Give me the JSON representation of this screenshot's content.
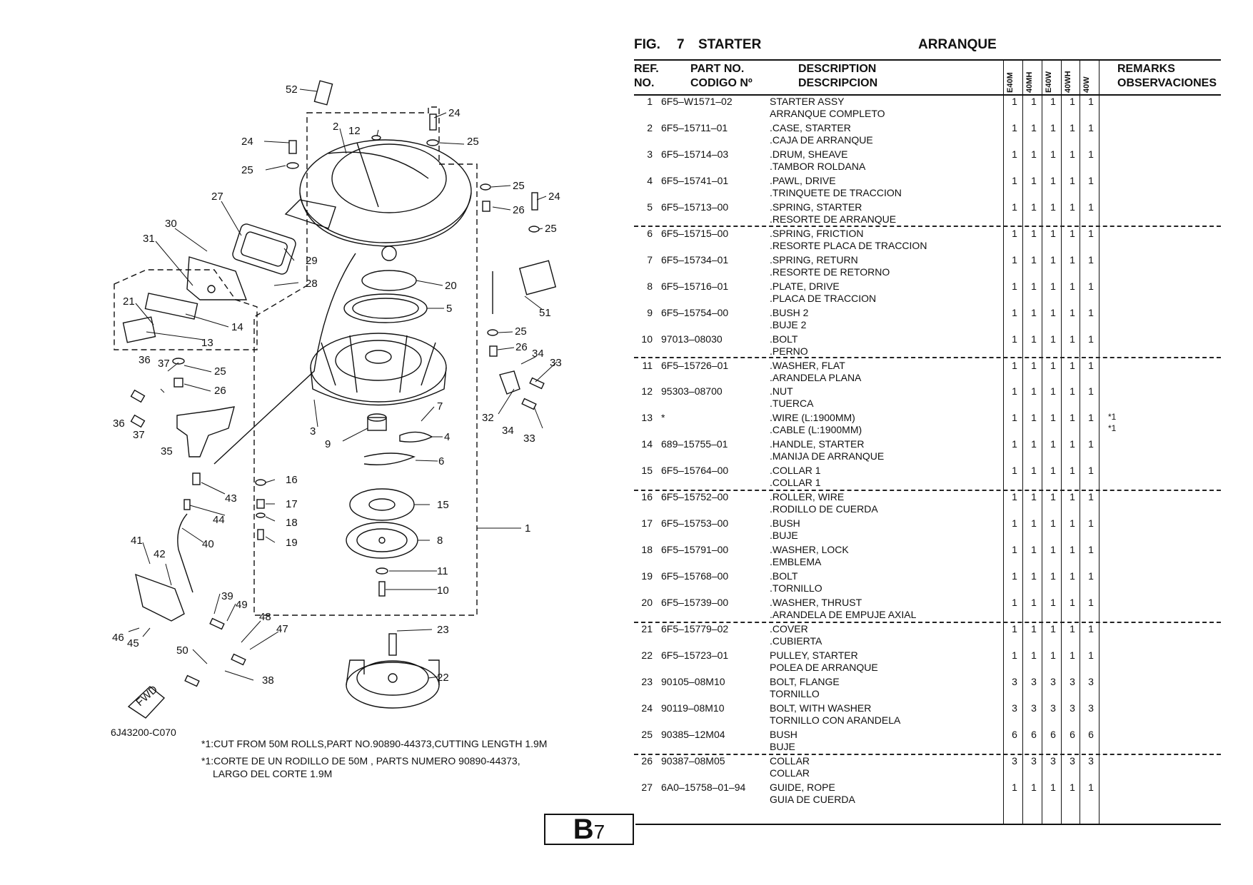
{
  "header": {
    "fig_label": "FIG.",
    "fig_number": "7",
    "title_en": "STARTER",
    "title_es": "ARRANQUE"
  },
  "table_header": {
    "ref_en": "REF.",
    "ref_es": "NO.",
    "part_en": "PART NO.",
    "part_es": "CODIGO Nº",
    "desc_en": "DESCRIPTION",
    "desc_es": "DESCRIPCION",
    "models": [
      "E40M",
      "40MH",
      "E40W",
      "40WH",
      "40W"
    ],
    "remarks_en": "REMARKS",
    "remarks_es": "OBSERVACIONES"
  },
  "rows": [
    {
      "ref": "1",
      "part": "6F5–W1571–02",
      "desc_en": "STARTER ASSY",
      "desc_es": "ARRANQUE COMPLETO",
      "qty": [
        "1",
        "1",
        "1",
        "1",
        "1"
      ],
      "rem": [
        "",
        ""
      ]
    },
    {
      "ref": "2",
      "part": "6F5–15711–01",
      "desc_en": ".CASE, STARTER",
      "desc_es": ".CAJA DE ARRANQUE",
      "qty": [
        "1",
        "1",
        "1",
        "1",
        "1"
      ],
      "rem": [
        "",
        ""
      ]
    },
    {
      "ref": "3",
      "part": "6F5–15714–03",
      "desc_en": ".DRUM, SHEAVE",
      "desc_es": ".TAMBOR ROLDANA",
      "qty": [
        "1",
        "1",
        "1",
        "1",
        "1"
      ],
      "rem": [
        "",
        ""
      ]
    },
    {
      "ref": "4",
      "part": "6F5–15741–01",
      "desc_en": ".PAWL, DRIVE",
      "desc_es": ".TRINQUETE DE TRACCION",
      "qty": [
        "1",
        "1",
        "1",
        "1",
        "1"
      ],
      "rem": [
        "",
        ""
      ]
    },
    {
      "ref": "5",
      "part": "6F5–15713–00",
      "desc_en": ".SPRING, STARTER",
      "desc_es": ".RESORTE DE ARRANQUE",
      "qty": [
        "1",
        "1",
        "1",
        "1",
        "1"
      ],
      "rem": [
        "",
        ""
      ]
    },
    {
      "ref": "6",
      "part": "6F5–15715–00",
      "desc_en": ".SPRING, FRICTION",
      "desc_es": ".RESORTE PLACA DE TRACCION",
      "qty": [
        "1",
        "1",
        "1",
        "1",
        "1"
      ],
      "rem": [
        "",
        ""
      ]
    },
    {
      "ref": "7",
      "part": "6F5–15734–01",
      "desc_en": ".SPRING, RETURN",
      "desc_es": ".RESORTE DE RETORNO",
      "qty": [
        "1",
        "1",
        "1",
        "1",
        "1"
      ],
      "rem": [
        "",
        ""
      ]
    },
    {
      "ref": "8",
      "part": "6F5–15716–01",
      "desc_en": ".PLATE, DRIVE",
      "desc_es": ".PLACA DE TRACCION",
      "qty": [
        "1",
        "1",
        "1",
        "1",
        "1"
      ],
      "rem": [
        "",
        ""
      ]
    },
    {
      "ref": "9",
      "part": "6F5–15754–00",
      "desc_en": ".BUSH 2",
      "desc_es": ".BUJE 2",
      "qty": [
        "1",
        "1",
        "1",
        "1",
        "1"
      ],
      "rem": [
        "",
        ""
      ]
    },
    {
      "ref": "10",
      "part": "97013–08030",
      "desc_en": ".BOLT",
      "desc_es": ".PERNO",
      "qty": [
        "1",
        "1",
        "1",
        "1",
        "1"
      ],
      "rem": [
        "",
        ""
      ]
    },
    {
      "ref": "11",
      "part": "6F5–15726–01",
      "desc_en": ".WASHER, FLAT",
      "desc_es": ".ARANDELA PLANA",
      "qty": [
        "1",
        "1",
        "1",
        "1",
        "1"
      ],
      "rem": [
        "",
        ""
      ]
    },
    {
      "ref": "12",
      "part": "95303–08700",
      "desc_en": ".NUT",
      "desc_es": ".TUERCA",
      "qty": [
        "1",
        "1",
        "1",
        "1",
        "1"
      ],
      "rem": [
        "",
        ""
      ]
    },
    {
      "ref": "13",
      "part": "*",
      "desc_en": ".WIRE (L:1900MM)",
      "desc_es": ".CABLE (L:1900MM)",
      "qty": [
        "1",
        "1",
        "1",
        "1",
        "1"
      ],
      "rem": [
        "*1",
        "*1"
      ]
    },
    {
      "ref": "14",
      "part": "689–15755–01",
      "desc_en": ".HANDLE, STARTER",
      "desc_es": ".MANIJA DE ARRANQUE",
      "qty": [
        "1",
        "1",
        "1",
        "1",
        "1"
      ],
      "rem": [
        "",
        ""
      ]
    },
    {
      "ref": "15",
      "part": "6F5–15764–00",
      "desc_en": ".COLLAR 1",
      "desc_es": ".COLLAR 1",
      "qty": [
        "1",
        "1",
        "1",
        "1",
        "1"
      ],
      "rem": [
        "",
        ""
      ]
    },
    {
      "ref": "16",
      "part": "6F5–15752–00",
      "desc_en": ".ROLLER, WIRE",
      "desc_es": ".RODILLO DE CUERDA",
      "qty": [
        "1",
        "1",
        "1",
        "1",
        "1"
      ],
      "rem": [
        "",
        ""
      ]
    },
    {
      "ref": "17",
      "part": "6F5–15753–00",
      "desc_en": ".BUSH",
      "desc_es": ".BUJE",
      "qty": [
        "1",
        "1",
        "1",
        "1",
        "1"
      ],
      "rem": [
        "",
        ""
      ]
    },
    {
      "ref": "18",
      "part": "6F5–15791–00",
      "desc_en": ".WASHER, LOCK",
      "desc_es": ".EMBLEMA",
      "qty": [
        "1",
        "1",
        "1",
        "1",
        "1"
      ],
      "rem": [
        "",
        ""
      ]
    },
    {
      "ref": "19",
      "part": "6F5–15768–00",
      "desc_en": ".BOLT",
      "desc_es": ".TORNILLO",
      "qty": [
        "1",
        "1",
        "1",
        "1",
        "1"
      ],
      "rem": [
        "",
        ""
      ]
    },
    {
      "ref": "20",
      "part": "6F5–15739–00",
      "desc_en": ".WASHER, THRUST",
      "desc_es": ".ARANDELA DE EMPUJE AXIAL",
      "qty": [
        "1",
        "1",
        "1",
        "1",
        "1"
      ],
      "rem": [
        "",
        ""
      ]
    },
    {
      "ref": "21",
      "part": "6F5–15779–02",
      "desc_en": ".COVER",
      "desc_es": ".CUBIERTA",
      "qty": [
        "1",
        "1",
        "1",
        "1",
        "1"
      ],
      "rem": [
        "",
        ""
      ]
    },
    {
      "ref": "22",
      "part": "6F5–15723–01",
      "desc_en": "PULLEY, STARTER",
      "desc_es": "POLEA DE ARRANQUE",
      "qty": [
        "1",
        "1",
        "1",
        "1",
        "1"
      ],
      "rem": [
        "",
        ""
      ]
    },
    {
      "ref": "23",
      "part": "90105–08M10",
      "desc_en": "BOLT, FLANGE",
      "desc_es": "TORNILLO",
      "qty": [
        "3",
        "3",
        "3",
        "3",
        "3"
      ],
      "rem": [
        "",
        ""
      ]
    },
    {
      "ref": "24",
      "part": "90119–08M10",
      "desc_en": "BOLT, WITH WASHER",
      "desc_es": "TORNILLO CON ARANDELA",
      "qty": [
        "3",
        "3",
        "3",
        "3",
        "3"
      ],
      "rem": [
        "",
        ""
      ]
    },
    {
      "ref": "25",
      "part": "90385–12M04",
      "desc_en": "BUSH",
      "desc_es": "BUJE",
      "qty": [
        "6",
        "6",
        "6",
        "6",
        "6"
      ],
      "rem": [
        "",
        ""
      ]
    },
    {
      "ref": "26",
      "part": "90387–08M05",
      "desc_en": "COLLAR",
      "desc_es": "COLLAR",
      "qty": [
        "3",
        "3",
        "3",
        "3",
        "3"
      ],
      "rem": [
        "",
        ""
      ]
    },
    {
      "ref": "27",
      "part": "6A0–15758–01–94",
      "desc_en": "GUIDE, ROPE",
      "desc_es": "GUIA DE CUERDA",
      "qty": [
        "1",
        "1",
        "1",
        "1",
        "1"
      ],
      "rem": [
        "",
        ""
      ]
    }
  ],
  "diagram": {
    "code": "6J43200-C070",
    "fwd_label": "FWD",
    "callouts": [
      "52",
      "24",
      "2",
      "12",
      "24",
      "25",
      "25",
      "25",
      "24",
      "26",
      "25",
      "27",
      "30",
      "31",
      "29",
      "28",
      "20",
      "5",
      "51",
      "21",
      "14",
      "13",
      "25",
      "26",
      "34",
      "33",
      "36",
      "37",
      "25",
      "26",
      "36",
      "37",
      "35",
      "3",
      "9",
      "7",
      "4",
      "6",
      "32",
      "34",
      "33",
      "16",
      "43",
      "17",
      "44",
      "18",
      "19",
      "40",
      "15",
      "8",
      "1",
      "41",
      "42",
      "11",
      "10",
      "39",
      "49",
      "48",
      "47",
      "46",
      "45",
      "50",
      "38",
      "23",
      "22"
    ]
  },
  "notes": {
    "line1": "*1:CUT FROM 50M ROLLS,PART NO.90890-44373,CUTTING LENGTH 1.9M",
    "line2": "*1:CORTE DE UN RODILLO DE 50M , PARTS NUMERO 90890-44373,",
    "line3": "LARGO DEL CORTE 1.9M"
  },
  "page_badge": {
    "letter": "B",
    "number": "7"
  }
}
